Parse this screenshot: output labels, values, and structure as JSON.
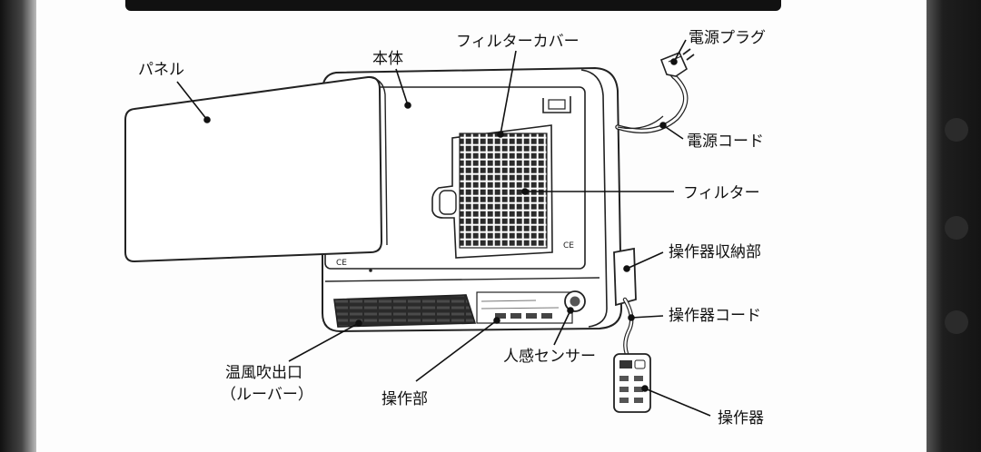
{
  "labels": {
    "panel": "パネル",
    "body": "本体",
    "filter_cover": "フィルターカバー",
    "power_plug": "電源プラグ",
    "power_cord": "電源コード",
    "filter": "フィルター",
    "controller_holder": "操作器収納部",
    "controller_cord": "操作器コード",
    "human_sensor": "人感センサー",
    "controller": "操作器",
    "control_panel": "操作部",
    "warm_air_outlet": "温風吹出口",
    "louver": "（ルーバー）"
  },
  "icons": {
    "ce_mark": "ce-mark-icon",
    "controller_display": "controller-display-icon"
  }
}
